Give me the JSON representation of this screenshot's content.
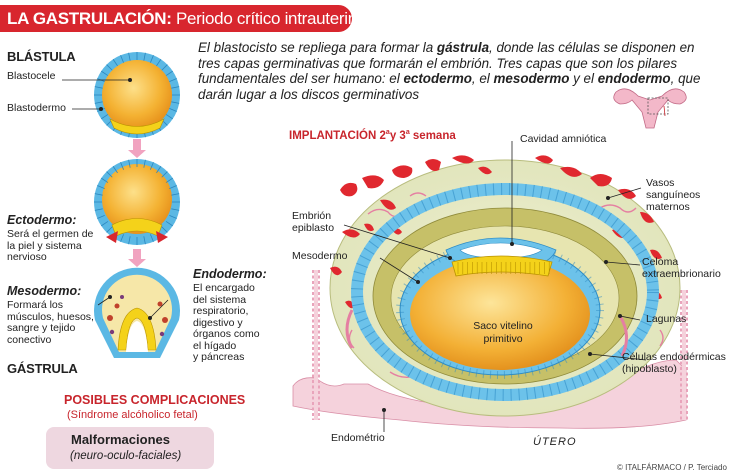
{
  "header": {
    "title_bold": "LA GASTRULACIÓN:",
    "title_rest": " Periodo crítico intrauterino"
  },
  "intro": {
    "p1": "El blastocisto se repliega para formar la ",
    "w_gastrula": "gástrula",
    "p2": ", donde las células se disponen en tres capas germinativas que formarán el embrión. Tres capas que son los pilares fundamentales del ser humano: el ",
    "w_ecto": "ectodermo",
    "p3": ", el ",
    "w_meso": "mesodermo",
    "p4": " y el ",
    "w_endo": "endodermo",
    "p5": ", que darán lugar a los discos germinativos"
  },
  "left": {
    "blastula": "BLÁSTULA",
    "blastocele": "Blastocele",
    "blastodermo": "Blastodermo",
    "ectodermo_title": "Ectodermo:",
    "ectodermo_l1": "Será el germen de",
    "ectodermo_l2": "la piel y sistema",
    "ectodermo_l3": "nervioso",
    "mesodermo_title": "Mesodermo:",
    "mesodermo_l1": "Formará los",
    "mesodermo_l2": "músculos, huesos,",
    "mesodermo_l3": "sangre y tejido",
    "mesodermo_l4": "conectivo",
    "endodermo_title": "Endodermo:",
    "endodermo_l1": "El encargado",
    "endodermo_l2": "del sistema",
    "endodermo_l3": "respiratorio,",
    "endodermo_l4": "digestivo y",
    "endodermo_l5": "órganos como",
    "endodermo_l6": "el hígado",
    "endodermo_l7": "y páncreas",
    "gastrula": "GÁSTRULA"
  },
  "complications": {
    "title": "POSIBLES COMPLICACIONES",
    "subtitle": "(Síndrome alcóholico fetal)",
    "item_title": "Malformaciones",
    "item_sub": "(neuro-oculo-faciales)"
  },
  "implantation": {
    "title_a": "IMPLANTACIÓN  2",
    "sup_a": "a",
    "title_b": "y 3",
    "sup_b": "a",
    "title_c": " semana"
  },
  "labels": {
    "cavidad": "Cavidad amniótica",
    "vasos_l1": "Vasos",
    "vasos_l2": "sanguíneos",
    "vasos_l3": "maternos",
    "embrion_l1": "Embrión",
    "embrion_l2": "epiblasto",
    "mesodermo": "Mesodermo",
    "celoma_l1": "Celoma",
    "celoma_l2": "extraembrionario",
    "saco_l1": "Saco vitelino",
    "saco_l2": "primitivo",
    "lagunas": "Lagunas",
    "celulas_l1": "Células endodérmicas",
    "celulas_l2": "(hipoblasto)",
    "endometrio": "Endométrio",
    "utero": "ÚTERO"
  },
  "credit": "© ITALFÁRMACO / P. Terciado",
  "colors": {
    "red": "#d8262e",
    "yolk": "#f2a929",
    "cell_blue": "#8fd0ec",
    "meso_olive": "#c9c36a",
    "pink_box": "#eed7e0"
  }
}
